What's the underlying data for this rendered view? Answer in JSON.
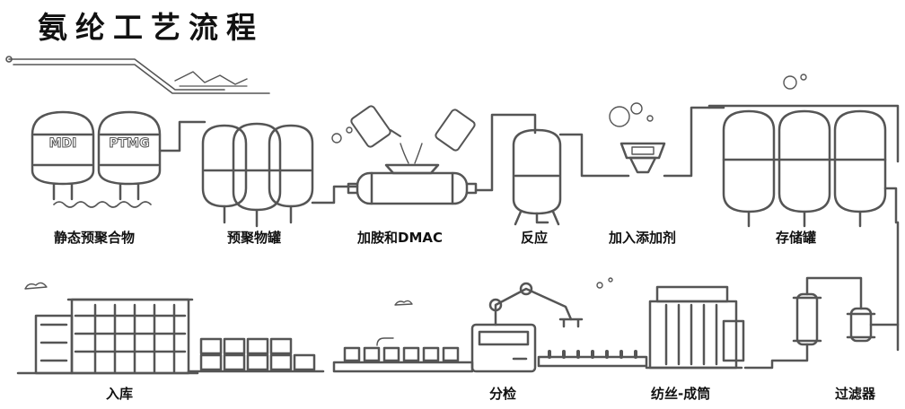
{
  "title": "氨纶工艺流程",
  "stages": {
    "prepolymer": "静态预聚合物",
    "prepolymer_tank": "预聚物罐",
    "amine_dmac": "加胺和DMAC",
    "reaction": "反应",
    "additive": "加入添加剂",
    "storage": "存储罐",
    "filter": "过滤器",
    "spinning": "纺丝-成筒",
    "sorting": "分检",
    "warehouse": "入库"
  },
  "tank_labels": {
    "mdi": "MDI",
    "ptmg": "PTMG"
  },
  "colors": {
    "line": "#555555",
    "fill": "#ffffff",
    "text": "#111111"
  }
}
